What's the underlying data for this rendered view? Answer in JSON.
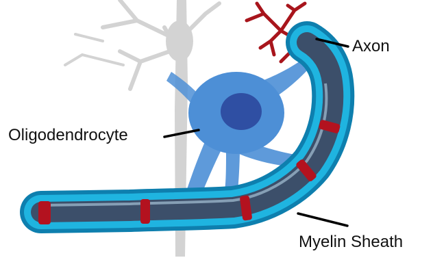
{
  "labels": {
    "axon": "Axon",
    "oligodendrocyte": "Oligodendrocyte",
    "myelin_sheath": "Myelin Sheath"
  },
  "colors": {
    "background": "#ffffff",
    "ghost_neuron": "#d3d3d3",
    "oligodendrocyte_body": "#4d8fd6",
    "oligodendrocyte_nucleus": "#2f4fa3",
    "myelin_light": "#1fb4e0",
    "myelin_dark": "#0e7fae",
    "axon_core": "#3c4f6a",
    "node_of_ranvier": "#b3121f",
    "axon_terminal": "#a8151c",
    "leader_line": "#000000",
    "label_text": "#111111"
  }
}
